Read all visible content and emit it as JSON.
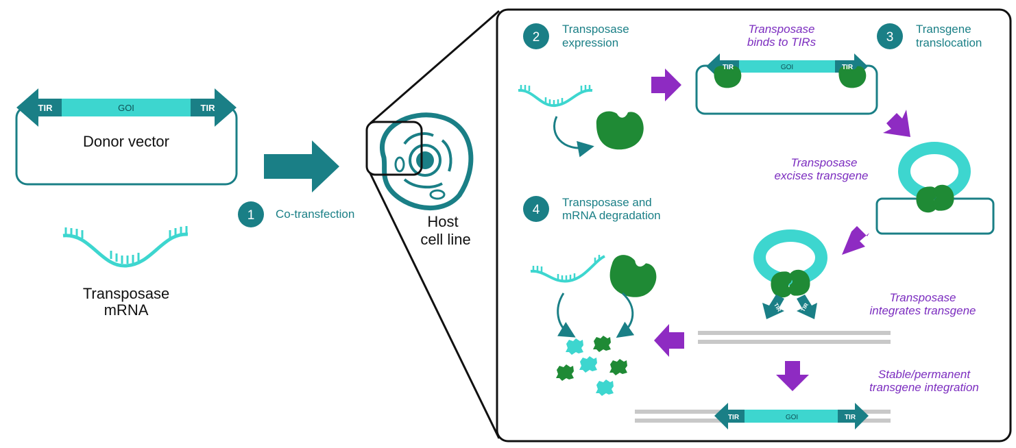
{
  "colors": {
    "teal_dark": "#1a7f86",
    "teal_light": "#3dd6cf",
    "purple": "#8e2bc2",
    "green": "#1f8a35",
    "gray": "#c8c8c8",
    "black": "#111111"
  },
  "left": {
    "tir_left": "TIR",
    "goi": "GOI",
    "tir_right": "TIR",
    "donor_label": "Donor vector",
    "mrna_label_line1": "Transposase",
    "mrna_label_line2": "mRNA"
  },
  "step1": {
    "number": "1",
    "label": "Co-transfection"
  },
  "host": {
    "line1": "Host",
    "line2": "cell line"
  },
  "step2": {
    "number": "2",
    "line1": "Transposase",
    "line2": "expression"
  },
  "step3": {
    "number": "3",
    "line1": "Transgene",
    "line2": "translocation"
  },
  "step4": {
    "number": "4",
    "line1": "Transposase and",
    "line2": "mRNA degradation"
  },
  "annotations": {
    "binds_line1": "Transposase",
    "binds_line2": "binds to TIRs",
    "excises_line1": "Transposase",
    "excises_line2": "excises transgene",
    "integrates_line1": "Transposase",
    "integrates_line2": "integrates transgene",
    "stable_line1": "Stable/permanent",
    "stable_line2": "transgene integration"
  },
  "bound_vector": {
    "tir_left": "TIR",
    "goi": "GOI",
    "tir_right": "TIR"
  },
  "integrated": {
    "tir_left": "TIR",
    "goi": "GOI",
    "tir_right": "TIR"
  },
  "integrate_tir_left": "TIR",
  "integrate_tir_right": "TIR",
  "icons": [
    "cell-icon",
    "mrna-icon",
    "transposase-enzyme-icon",
    "degraded-fragment-icon",
    "purple-arrow-icon",
    "cycle-arrow-icon"
  ]
}
